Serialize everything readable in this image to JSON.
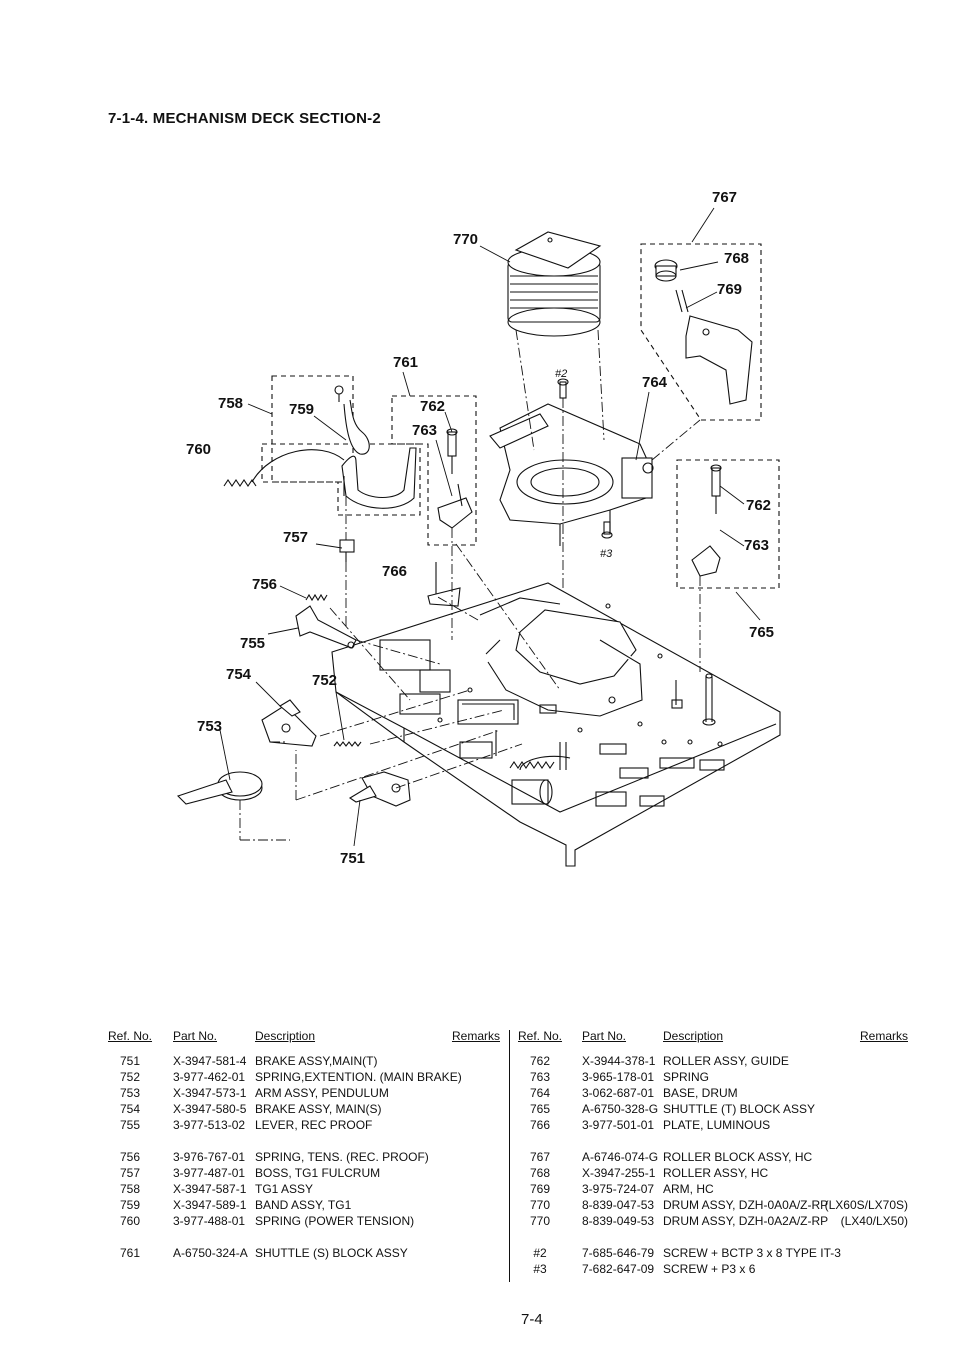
{
  "section_title": "7-1-4. MECHANISM DECK SECTION-2",
  "page_number": "7-4",
  "callouts": {
    "c751": "751",
    "c752": "752",
    "c753": "753",
    "c754": "754",
    "c755": "755",
    "c756": "756",
    "c757": "757",
    "c758": "758",
    "c759": "759",
    "c760": "760",
    "c761": "761",
    "c762a": "762",
    "c763a": "763",
    "c764": "764",
    "c765": "765",
    "c766": "766",
    "c767": "767",
    "c768": "768",
    "c769": "769",
    "c770": "770",
    "c762b": "762",
    "c763b": "763",
    "s2": "#2",
    "s3": "#3"
  },
  "table": {
    "headers": {
      "ref": "Ref. No.",
      "part": "Part No.",
      "desc": "Description",
      "remarks": "Remarks"
    },
    "left": [
      {
        "ref": "751",
        "part": "X-3947-581-4",
        "desc": "BRAKE ASSY,MAIN(T)",
        "remarks": ""
      },
      {
        "ref": "752",
        "part": "3-977-462-01",
        "desc": "SPRING,EXTENTION. (MAIN BRAKE)",
        "remarks": ""
      },
      {
        "ref": "753",
        "part": "X-3947-573-1",
        "desc": "ARM ASSY, PENDULUM",
        "remarks": ""
      },
      {
        "ref": "754",
        "part": "X-3947-580-5",
        "desc": "BRAKE ASSY, MAIN(S)",
        "remarks": ""
      },
      {
        "ref": "755",
        "part": "3-977-513-02",
        "desc": "LEVER, REC PROOF",
        "remarks": ""
      },
      {
        "ref": "756",
        "part": "3-976-767-01",
        "desc": "SPRING, TENS. (REC. PROOF)",
        "remarks": ""
      },
      {
        "ref": "757",
        "part": "3-977-487-01",
        "desc": "BOSS, TG1 FULCRUM",
        "remarks": ""
      },
      {
        "ref": "758",
        "part": "X-3947-587-1",
        "desc": "TG1 ASSY",
        "remarks": ""
      },
      {
        "ref": "759",
        "part": "X-3947-589-1",
        "desc": "BAND ASSY, TG1",
        "remarks": ""
      },
      {
        "ref": "760",
        "part": "3-977-488-01",
        "desc": "SPRING (POWER TENSION)",
        "remarks": ""
      },
      {
        "ref": "761",
        "part": "A-6750-324-A",
        "desc": "SHUTTLE (S) BLOCK ASSY",
        "remarks": ""
      }
    ],
    "right": [
      {
        "ref": "762",
        "part": "X-3944-378-1",
        "desc": "ROLLER ASSY, GUIDE",
        "remarks": ""
      },
      {
        "ref": "763",
        "part": "3-965-178-01",
        "desc": "SPRING",
        "remarks": ""
      },
      {
        "ref": "764",
        "part": "3-062-687-01",
        "desc": "BASE, DRUM",
        "remarks": ""
      },
      {
        "ref": "765",
        "part": "A-6750-328-G",
        "desc": "SHUTTLE (T) BLOCK ASSY",
        "remarks": ""
      },
      {
        "ref": "766",
        "part": "3-977-501-01",
        "desc": "PLATE, LUMINOUS",
        "remarks": ""
      },
      {
        "ref": "767",
        "part": "A-6746-074-G",
        "desc": "ROLLER BLOCK ASSY, HC",
        "remarks": ""
      },
      {
        "ref": "768",
        "part": "X-3947-255-1",
        "desc": "ROLLER ASSY, HC",
        "remarks": ""
      },
      {
        "ref": "769",
        "part": "3-975-724-07",
        "desc": "ARM, HC",
        "remarks": ""
      },
      {
        "ref": "770",
        "part": "8-839-047-53",
        "desc": "DRUM ASSY, DZH-0A0A/Z-RP",
        "remarks": "(LX60S/LX70S)"
      },
      {
        "ref": "770",
        "part": "8-839-049-53",
        "desc": "DRUM ASSY, DZH-0A2A/Z-RP",
        "remarks": "(LX40/LX50)"
      },
      {
        "ref": "#2",
        "part": "7-685-646-79",
        "desc": "SCREW + BCTP 3 x 8 TYPE IT-3",
        "remarks": ""
      },
      {
        "ref": "#3",
        "part": "7-682-647-09",
        "desc": "SCREW + P3 x 6",
        "remarks": ""
      }
    ]
  }
}
